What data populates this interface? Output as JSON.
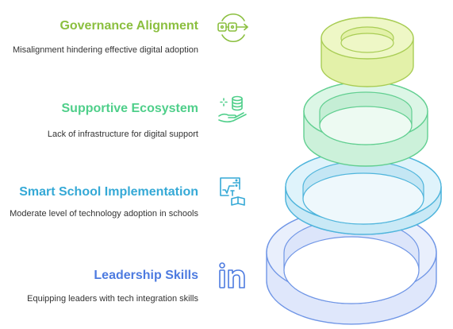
{
  "items": [
    {
      "title": "Governance Alignment",
      "description": "Misalignment hindering effective digital adoption",
      "icon": "governance-flow-icon",
      "color": "#8bbf3f",
      "ring_fill": "#e7f3b5",
      "ring_stroke": "#a9cd55"
    },
    {
      "title": "Supportive Ecosystem",
      "description": "Lack of infrastructure for digital support",
      "icon": "hand-database-icon",
      "color": "#4fcf8a",
      "ring_fill": "#d3f3df",
      "ring_stroke": "#62cf91"
    },
    {
      "title": "Smart School Implementation",
      "description": "Moderate level of technology adoption in schools",
      "icon": "math-book-icon",
      "color": "#35a9d6",
      "ring_fill": "#d2eef8",
      "ring_stroke": "#4fb5dc"
    },
    {
      "title": "Leadership Skills",
      "description": "Equipping leaders with tech integration skills",
      "icon": "linkedin-icon",
      "color": "#4d7be0",
      "ring_fill": "#dfe7fb",
      "ring_stroke": "#7096e6"
    }
  ]
}
